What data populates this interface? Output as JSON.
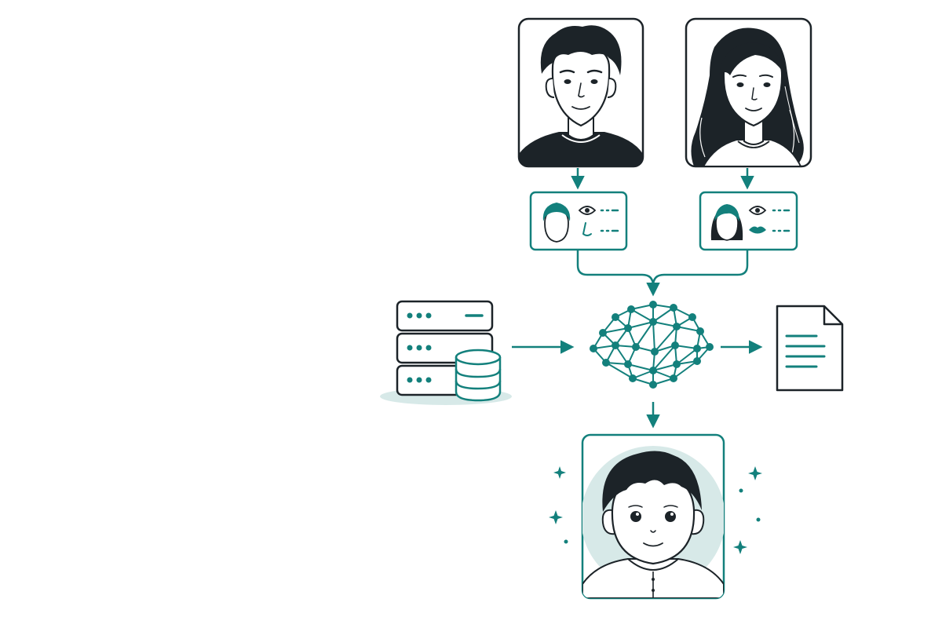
{
  "diagram": {
    "kind": "illustration",
    "parents": [
      {
        "role": "father-portrait",
        "icon": "man-portrait-icon",
        "feature_icons": [
          "eye-icon",
          "nose-icon"
        ]
      },
      {
        "role": "mother-portrait",
        "icon": "woman-portrait-icon",
        "feature_icons": [
          "eye-icon",
          "lips-icon"
        ]
      }
    ],
    "data_source_icon": "server-database-icon",
    "model_icon": "neural-network-brain-icon",
    "output_document_icon": "document-icon",
    "result": {
      "role": "baby-portrait",
      "icon": "baby-portrait-icon",
      "decoration": "sparkles-icon"
    }
  },
  "colors": {
    "accent": "#13807c",
    "ink": "#1c2328",
    "accent_light": "#d7e9e8",
    "background": "#ffffff"
  }
}
